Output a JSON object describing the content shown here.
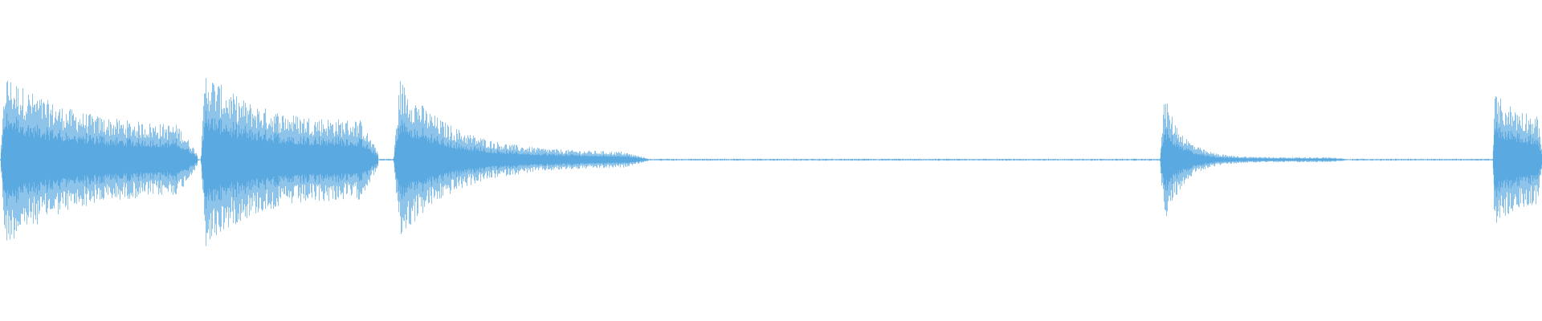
{
  "colors": {
    "background": "#ffffff",
    "waveform": "#5aa9e0",
    "waveform_light": "#8fc4ea"
  },
  "waveform": {
    "amplitude_scale": 1.0,
    "segments": [
      {
        "start": 0.0,
        "end": 0.128,
        "peak": 0.95,
        "sustain": 0.35,
        "decay": 3.2
      },
      {
        "start": 0.13,
        "end": 0.245,
        "peak": 1.0,
        "sustain": 0.4,
        "decay": 4.0
      },
      {
        "start": 0.255,
        "end": 0.42,
        "peak": 0.95,
        "sustain": 0.08,
        "decay": 5.0
      },
      {
        "start": 0.752,
        "end": 0.875,
        "peak": 0.85,
        "sustain": 0.03,
        "decay": 10.0
      },
      {
        "start": 0.968,
        "end": 1.0,
        "peak": 0.7,
        "sustain": 0.55,
        "decay": 1.5
      }
    ],
    "silence_ranges": [
      {
        "start": 0.42,
        "end": 0.752
      },
      {
        "start": 0.875,
        "end": 0.968
      }
    ]
  }
}
